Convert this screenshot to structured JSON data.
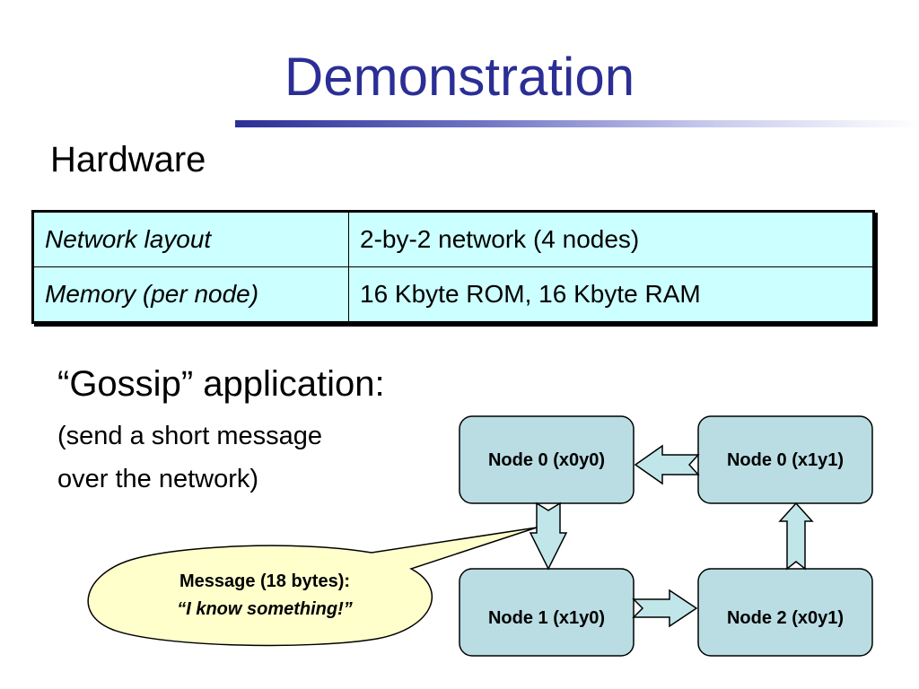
{
  "slide": {
    "title": "Demonstration",
    "subtitle": "Hardware"
  },
  "hardware_table": {
    "rows": [
      {
        "label": "Network layout",
        "value": "2-by-2 network (4 nodes)"
      },
      {
        "label": "Memory (per node)",
        "value": "16 Kbyte ROM, 16 Kbyte RAM"
      }
    ]
  },
  "application": {
    "heading": "“Gossip” application:",
    "line1": "(send a short message",
    "line2": "over the network)"
  },
  "diagram": {
    "nodes": {
      "n00": "Node 0 (x0y0)",
      "n01": "Node 0 (x1y1)",
      "n1": "Node 1 (x1y0)",
      "n2": "Node 2 (x0y1)"
    },
    "callout": {
      "line1": "Message (18 bytes):",
      "line2": "“I know something!”"
    },
    "colors": {
      "node_fill": "#b9dde3",
      "arrow_fill": "#c0e6ea",
      "callout_fill": "#ffffcc",
      "title_color": "#2b2e94",
      "table_fill": "#ccffff"
    }
  }
}
